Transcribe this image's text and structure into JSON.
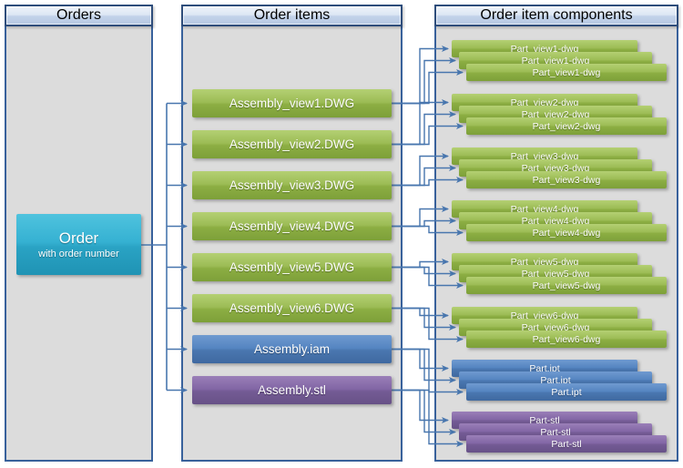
{
  "columns": [
    {
      "title": "Orders"
    },
    {
      "title": "Order items"
    },
    {
      "title": "Order item components"
    }
  ],
  "order": {
    "title": "Order",
    "subtitle": "with order number"
  },
  "order_items": [
    {
      "label": "Assembly_view1.DWG",
      "color": "#9bbb59"
    },
    {
      "label": "Assembly_view2.DWG",
      "color": "#9bbb59"
    },
    {
      "label": "Assembly_view3.DWG",
      "color": "#9bbb59"
    },
    {
      "label": "Assembly_view4.DWG",
      "color": "#9bbb59"
    },
    {
      "label": "Assembly_view5.DWG",
      "color": "#9bbb59"
    },
    {
      "label": "Assembly_view6.DWG",
      "color": "#9bbb59"
    },
    {
      "label": "Assembly.iam",
      "color": "#4f81bd"
    },
    {
      "label": "Assembly.stl",
      "color": "#8064a2"
    }
  ],
  "component_groups": [
    {
      "label": "Part_view1-dwg",
      "copies": 3,
      "color": "#9bbb59"
    },
    {
      "label": "Part_view2-dwg",
      "copies": 3,
      "color": "#9bbb59"
    },
    {
      "label": "Part_view3-dwg",
      "copies": 3,
      "color": "#9bbb59"
    },
    {
      "label": "Part_view4-dwg",
      "copies": 3,
      "color": "#9bbb59"
    },
    {
      "label": "Part_view5-dwg",
      "copies": 3,
      "color": "#9bbb59"
    },
    {
      "label": "Part_view6-dwg",
      "copies": 3,
      "color": "#9bbb59"
    },
    {
      "label": "Part.ipt",
      "copies": 3,
      "color": "#4f81bd"
    },
    {
      "label": "Part-stl",
      "copies": 3,
      "color": "#8064a2"
    }
  ],
  "colors": {
    "connector": "#4876ae",
    "column_background": "#dcdcdc",
    "column_border": "#38619b",
    "header_border": "#2e4d7b",
    "accent_green": "#9bbb59",
    "accent_blue": "#4f81bd",
    "accent_purple": "#8064a2",
    "accent_teal": "#31afd0"
  }
}
